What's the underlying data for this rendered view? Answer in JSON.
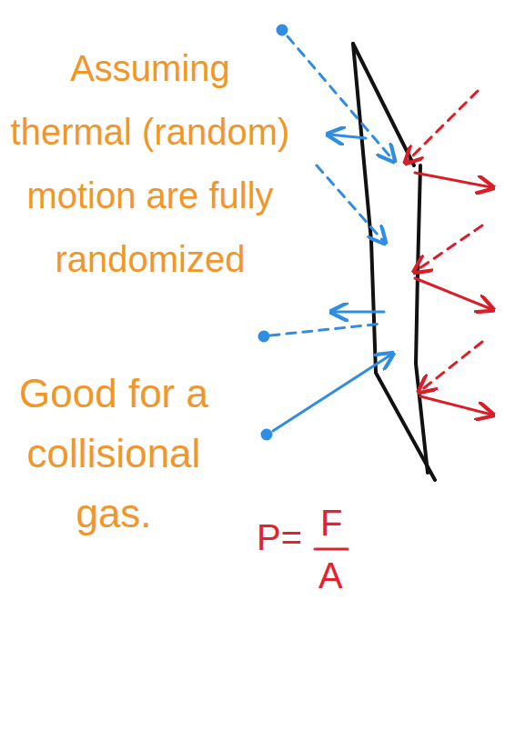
{
  "diagram": {
    "labels": [
      "Assuming thermal (random) motion are fully randomized",
      "Good for a collisional gas.",
      "P=",
      "F",
      "A"
    ]
  }
}
